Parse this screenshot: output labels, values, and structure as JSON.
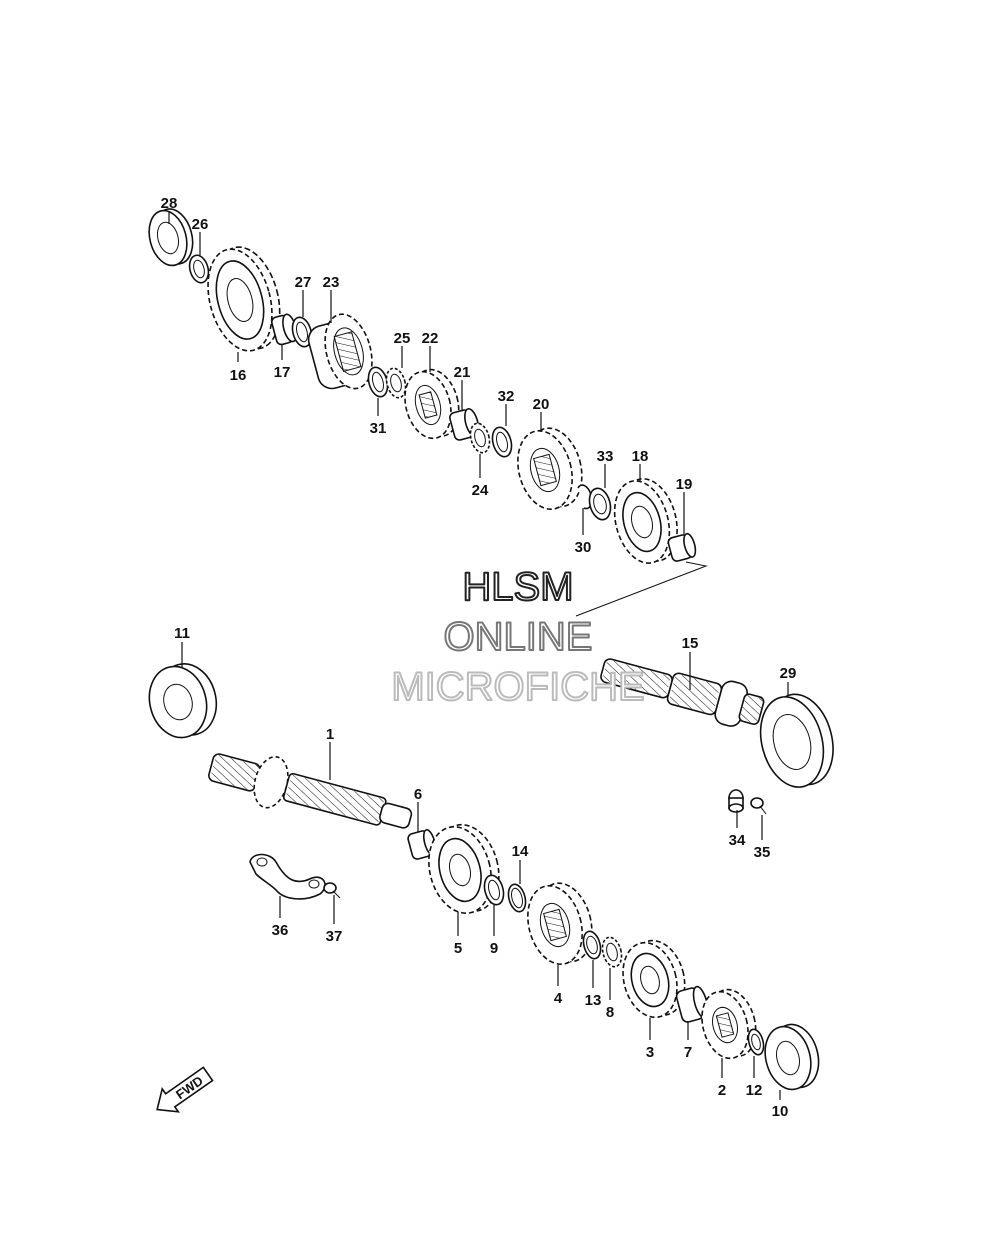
{
  "watermark": {
    "line1": "HLSM",
    "line2": "ONLINE",
    "line3": "MICROFICHE"
  },
  "fwd_label": "FWD",
  "callouts": [
    "1",
    "2",
    "3",
    "4",
    "5",
    "6",
    "7",
    "8",
    "9",
    "10",
    "11",
    "12",
    "13",
    "14",
    "15",
    "16",
    "17",
    "18",
    "19",
    "20",
    "21",
    "22",
    "23",
    "24",
    "25",
    "26",
    "27",
    "28",
    "29",
    "30",
    "31",
    "32",
    "33",
    "34",
    "35",
    "36",
    "37"
  ]
}
